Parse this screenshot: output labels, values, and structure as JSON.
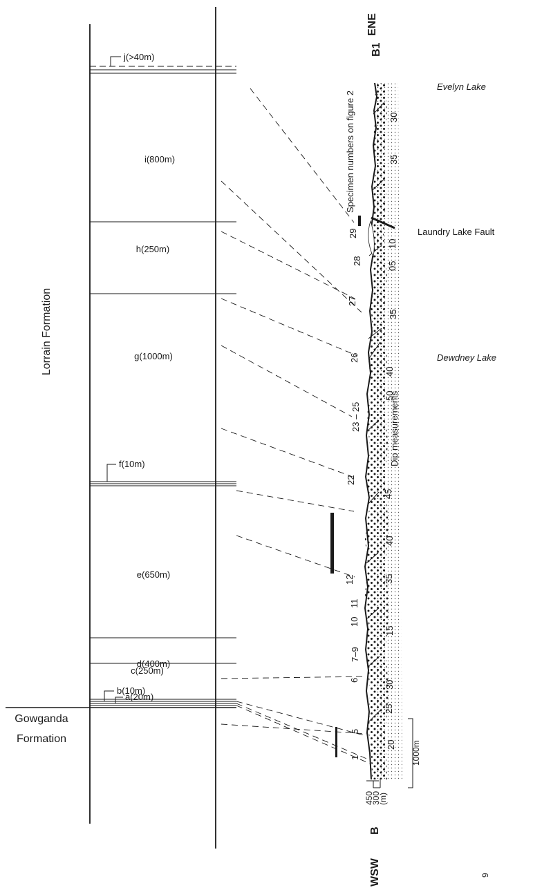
{
  "formation_labels": {
    "lorrain": "Lorrain Formation",
    "gowganda_line1": "Gowganda",
    "gowganda_line2": "Formation"
  },
  "units": [
    {
      "id": "j",
      "label": "j(>40m)"
    },
    {
      "id": "i",
      "label": "i(800m)"
    },
    {
      "id": "h",
      "label": "h(250m)"
    },
    {
      "id": "g",
      "label": "g(1000m)"
    },
    {
      "id": "f",
      "label": "f(10m)"
    },
    {
      "id": "e",
      "label": "e(650m)"
    },
    {
      "id": "d",
      "label": "d(400m)"
    },
    {
      "id": "c",
      "label": "c(250m)"
    },
    {
      "id": "b",
      "label": "b(10m)"
    },
    {
      "id": "a",
      "label": "a(20m)"
    }
  ],
  "section": {
    "top_direction": "ENE",
    "top_point": "B1",
    "bottom_direction": "WSW",
    "bottom_point": "B",
    "specimen_caption": "Specimen numbers on figure 2",
    "dip_caption": "Dip measurements",
    "specimen_numbers": [
      "29",
      "28",
      "27",
      "26",
      "23 – 25",
      "22",
      "12",
      "11",
      "10",
      "7–9",
      "6",
      "5",
      "1"
    ],
    "dip_values": [
      "30",
      "35",
      "10",
      "05",
      "35",
      "40",
      "50",
      "45",
      "40",
      "35",
      "15",
      "30",
      "25",
      "20"
    ],
    "scale_label": "1000m",
    "elevation_labels": [
      "450",
      "300",
      "(m)"
    ]
  },
  "localities": {
    "evelyn": "Evelyn Lake",
    "laundry": "Laundry Lake Fault",
    "dewdney": "Dewdney Lake"
  },
  "page_number": "9"
}
